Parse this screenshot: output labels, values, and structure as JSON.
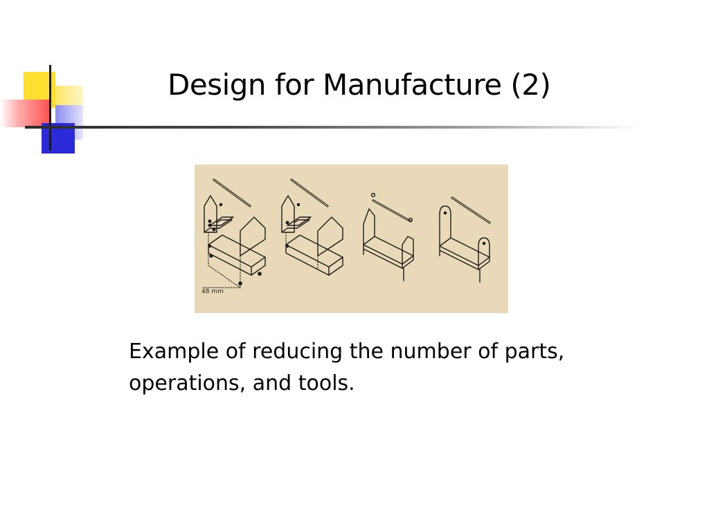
{
  "slide": {
    "title": "Design for Manufacture (2)",
    "caption_lines": [
      "Example of reducing the number of parts,",
      "operations, and tools."
    ]
  },
  "figure": {
    "dimension_label": "48 mm",
    "background_color": "#e9d9b8"
  },
  "decoration": {
    "colors": {
      "yellow": "#ffe030",
      "red": "#ff4a4a",
      "blue": "#2a2ad8"
    }
  }
}
